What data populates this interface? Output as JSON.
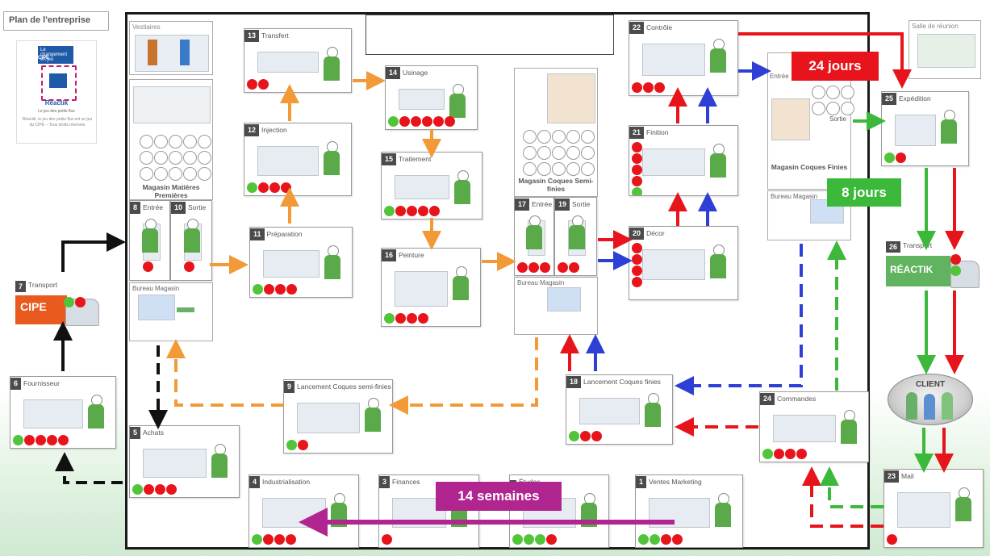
{
  "header": {
    "title": "Plan de l'entreprise"
  },
  "logo": {
    "brand": "CIPE",
    "tagline": "Le changement en jeu",
    "name": "Réactik",
    "subtitle": "Le jeu des petits flux",
    "footer": "Réactik, le jeu des petits flux est un jeu du CIPE – Tous droits réservés"
  },
  "stations": {
    "s1": {
      "num": "1",
      "label": "Ventes  Marketing"
    },
    "s3": {
      "num": "3",
      "label": "Finances"
    },
    "s2": {
      "num": "",
      "label": "Études"
    },
    "s4": {
      "num": "4",
      "label": "Industrialisation"
    },
    "s5": {
      "num": "5",
      "label": "Achats"
    },
    "s6": {
      "num": "6",
      "label": "Fournisseur"
    },
    "s7": {
      "num": "7",
      "label": "Transport",
      "truck": "CIPE"
    },
    "s8": {
      "num": "8",
      "label": "Entrée"
    },
    "s9": {
      "num": "9",
      "label": "Lancement Coques semi-finies"
    },
    "s10": {
      "num": "10",
      "label": "Sortie"
    },
    "s11": {
      "num": "11",
      "label": "Préparation"
    },
    "s12": {
      "num": "12",
      "label": "Injection"
    },
    "s13": {
      "num": "13",
      "label": "Transfert"
    },
    "s14": {
      "num": "14",
      "label": "Usinage"
    },
    "s15": {
      "num": "15",
      "label": "Traitement"
    },
    "s16": {
      "num": "16",
      "label": "Peinture"
    },
    "s17": {
      "num": "17",
      "label": "Entrée"
    },
    "s18": {
      "num": "18",
      "label": "Lancement Coques finies"
    },
    "s19": {
      "num": "19",
      "label": "Sortie"
    },
    "s20": {
      "num": "20",
      "label": "Décor"
    },
    "s21": {
      "num": "21",
      "label": "Finition"
    },
    "s22": {
      "num": "22",
      "label": "Contrôle"
    },
    "s23": {
      "num": "23",
      "label": "Mail"
    },
    "s24": {
      "num": "24",
      "label": "Commandes"
    },
    "s25": {
      "num": "25",
      "label": "Expédition"
    },
    "s26": {
      "num": "26",
      "label": "Transport",
      "truck": "RÉACTIK"
    }
  },
  "areas": {
    "vestiaires": "Vestiaires",
    "magasin_mp": "Magasin Matières Premières",
    "bureau_magasin_1": "Bureau Magasin",
    "magasin_sf": "Magasin Coques Semi-finies",
    "bureau_magasin_2": "Bureau Magasin",
    "magasin_cf": "Magasin Coques Finies",
    "entree_cf": "Entrée",
    "sortie_cf": "Sortie",
    "bureau_magasin_3": "Bureau Magasin",
    "salle_reunion": "Salle de réunion",
    "client": "CLIENT"
  },
  "badges": {
    "b24": {
      "text": "24 jours",
      "color": "#e8141b"
    },
    "b8": {
      "text": "8 jours",
      "color": "#3cb83a"
    },
    "b14": {
      "text": "14 semaines",
      "color": "#b0258f"
    }
  },
  "colors": {
    "material_flow": "#f29a38",
    "order_flow_red": "#e8141b",
    "order_flow_blue": "#2e3fd6",
    "order_flow_green": "#3cb83a",
    "info_flow_black": "#111111",
    "dev_flow": "#b0258f"
  },
  "stock_markers": {
    "s1": [
      "g",
      "g",
      "r",
      "r"
    ],
    "s2": [
      "g",
      "g",
      "g",
      "r"
    ],
    "s3": [
      "r"
    ],
    "s4": [
      "g",
      "r",
      "r",
      "r"
    ],
    "s5": [
      "g",
      "r",
      "r",
      "r"
    ],
    "s6": [
      "g",
      "r",
      "r",
      "r",
      "r"
    ],
    "s7": [
      "g",
      "r"
    ],
    "s8": [
      "r"
    ],
    "s9": [
      "g",
      "r"
    ],
    "s10": [
      "r"
    ],
    "s11": [
      "g",
      "r",
      "r",
      "r"
    ],
    "s12": [
      "g",
      "r",
      "r",
      "r"
    ],
    "s13": [
      "r",
      "r"
    ],
    "s14": [
      "g",
      "r",
      "r",
      "r",
      "r",
      "r"
    ],
    "s15": [
      "g",
      "r",
      "r",
      "r",
      "r"
    ],
    "s16": [
      "g",
      "r",
      "r",
      "r"
    ],
    "s17": [
      "r",
      "r",
      "r"
    ],
    "s18": [
      "g",
      "r",
      "r"
    ],
    "s19": [
      "r",
      "r"
    ],
    "s20": [
      "r",
      "r",
      "r",
      "r"
    ],
    "s21": [
      "r",
      "r",
      "r",
      "r",
      "g"
    ],
    "s22": [
      "r",
      "r",
      "r"
    ],
    "s23": [
      "r"
    ],
    "s24": [
      "g",
      "r",
      "r",
      "r"
    ],
    "s25": [
      "g",
      "r"
    ],
    "s26": [
      "r",
      "g"
    ]
  }
}
